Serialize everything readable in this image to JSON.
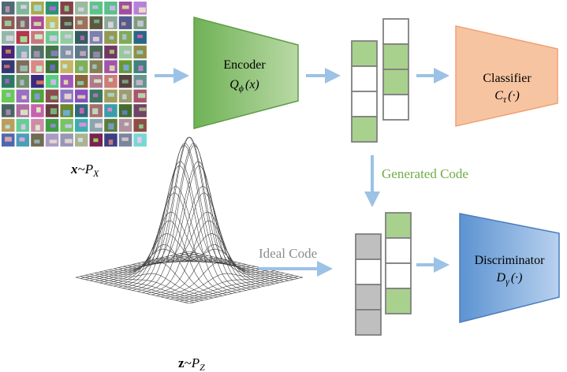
{
  "encoder": {
    "title": "Encoder",
    "sym": "Q",
    "sub": "ϕ",
    "arg": "(x)"
  },
  "classifier": {
    "title": "Classifier",
    "sym": "C",
    "sub": "τ",
    "arg": "(·)"
  },
  "discriminator": {
    "title": "Discriminator",
    "sym": "D",
    "sub": "γ",
    "arg": "(·)"
  },
  "input_label": {
    "sym": "x",
    "tilde": "~P",
    "sub": "X"
  },
  "prior_label": {
    "sym": "z",
    "tilde": "~P",
    "sub": "Z"
  },
  "generated_code_label": "Generated Code",
  "ideal_code_label": "Ideal Code",
  "code_blocks": {
    "top_left": [
      "green",
      "white",
      "white",
      "green"
    ],
    "top_right": [
      "white",
      "green",
      "green",
      "white"
    ],
    "bottom_left": [
      "gray",
      "white",
      "gray",
      "gray"
    ],
    "bottom_right": [
      "green",
      "white",
      "white",
      "green"
    ]
  },
  "colors": {
    "encoder_fill_left": "#6fb255",
    "encoder_fill_right": "#b9d9a6",
    "classifier_fill": "#f7c4a1",
    "classifier_stroke": "#f0a274",
    "discriminator_fill_left": "#5c93d1",
    "discriminator_fill_right": "#b8d1ee",
    "arrow": "#9cc2e5",
    "green_block": "#a9d18e",
    "gray_block": "#bfbfbf",
    "generated_code_text": "#70ad47",
    "ideal_code_text": "#8c8c8c"
  }
}
